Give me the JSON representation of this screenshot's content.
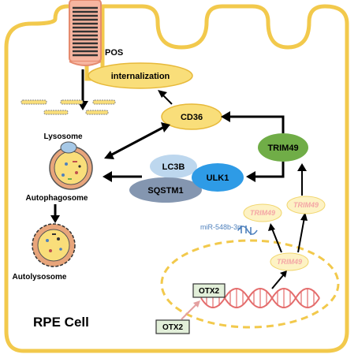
{
  "labels": {
    "pos": "POS",
    "internalization": "internalization",
    "cd36": "CD36",
    "trim49_protein": "TRIM49",
    "lc3b": "LC3B",
    "ulk1": "ULK1",
    "sqstm1": "SQSTM1",
    "lysosome": "Lysosome",
    "autophagosome": "Autophagosome",
    "autolysosome": "Autolysosome",
    "trim49_a": "TRIM49",
    "trim49_b": "TRIM49",
    "trim49_c": "TRIM49",
    "mirna": "miR-548b-3p",
    "otx2_inner": "OTX2",
    "otx2_outer": "OTX2",
    "cell": "RPE Cell"
  },
  "colors": {
    "membrane": "#F2C94C",
    "yellow_fill": "#F9DE7A",
    "green": "#70AD47",
    "blue": "#2E9BE6",
    "light_blue": "#BDD7EE",
    "gray_blue": "#8496B0",
    "mrna_red": "#E46C6C",
    "rna_text": "#F4A6A6",
    "mirna_blue": "#4F81BD",
    "otx2_box": "#E2EFD9"
  }
}
